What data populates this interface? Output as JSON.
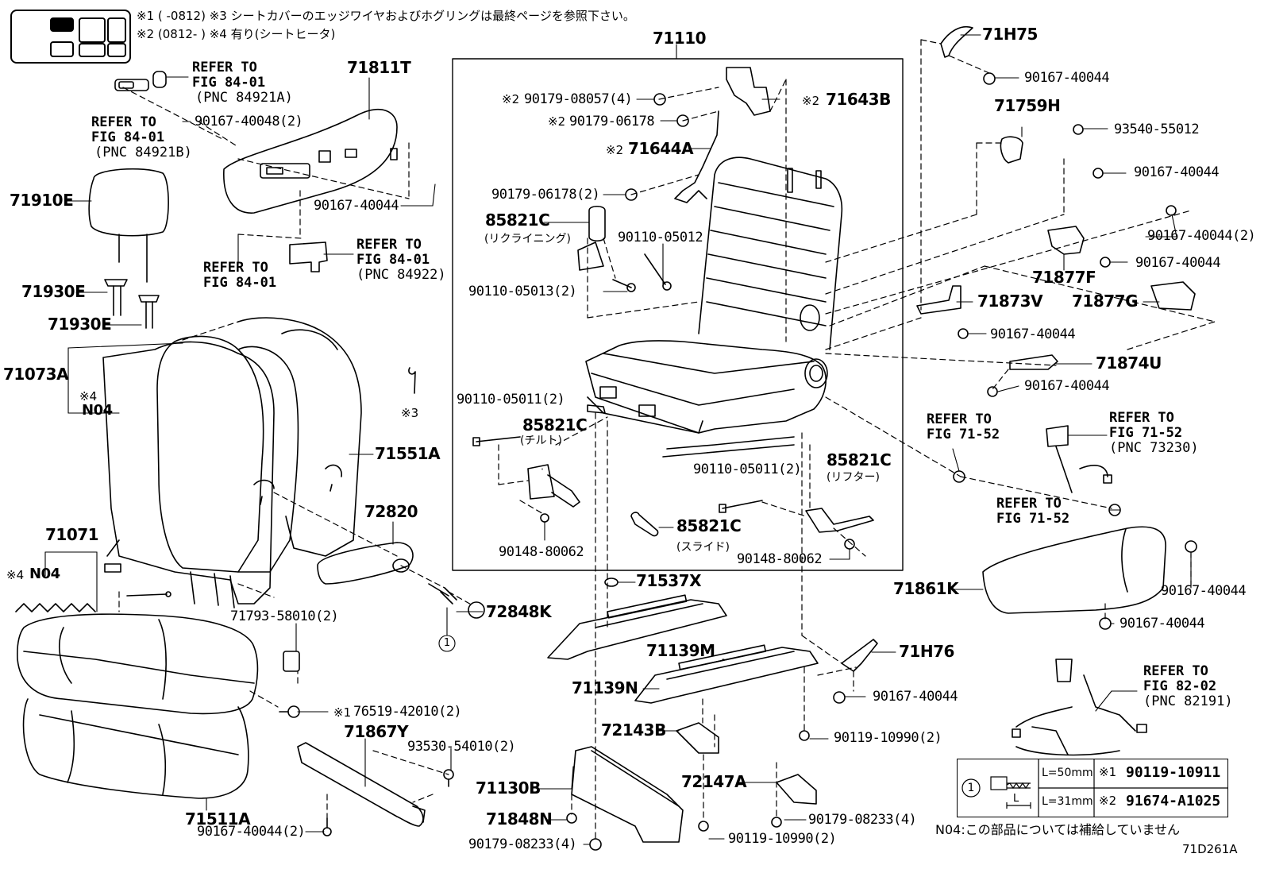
{
  "notes": {
    "n1": "※1 (     -0812) ※3 シートカバーのエッジワイヤおよびホグリングは最終ページを参照下さい。",
    "n2": "※2 (0812-     ) ※4 有り(シートヒータ)"
  },
  "frame_label": "71110",
  "labels": {
    "l71811T": "71811T",
    "l71910E": "71910E",
    "l71930E_1": "71930E",
    "l71930E_2": "71930E",
    "l71073A": "71073A",
    "l71551A": "71551A",
    "l72820": "72820",
    "l72848K": "72848K",
    "l71071": "71071",
    "l71511A": "71511A",
    "l71867Y": "71867Y",
    "l71643B": "71643B",
    "l71644A": "71644A",
    "l85821C_1": "85821C",
    "l85821C_2": "85821C",
    "l85821C_3": "85821C",
    "l85821C_4": "85821C",
    "l71537X": "71537X",
    "l71139M": "71139M",
    "l71139N": "71139N",
    "l72143B": "72143B",
    "l71130B": "71130B",
    "l71848N": "71848N",
    "l72147A": "72147A",
    "l71H75": "71H75",
    "l71759H": "71759H",
    "l71877F": "71877F",
    "l71877G": "71877G",
    "l71873V": "71873V",
    "l71874U": "71874U",
    "l71861K": "71861K",
    "l71H76": "71H76"
  },
  "parts": {
    "p1": "90167-40048(2)",
    "p2": "90167-40044",
    "p3": "71793-58010(2)",
    "p4": "76519-42010(2)",
    "p5": "93530-54010(2)",
    "p6": "90167-40044(2)",
    "p7": "90179-08057(4)",
    "p8": "90179-06178",
    "p9": "90179-06178(2)",
    "p10": "90110-05012",
    "p11": "90110-05013(2)",
    "p12": "90110-05011(2)",
    "p13": "90148-80062",
    "p14": "90110-05011(2)",
    "p15": "90148-80062",
    "p16": "90167-40044",
    "p17": "93540-55012",
    "p18": "90167-40044",
    "p19": "90167-40044(2)",
    "p20": "90167-40044",
    "p21": "90167-40044",
    "p22": "90167-40044",
    "p23": "90167-40044",
    "p24": "90167-40044",
    "p25": "90167-40044",
    "p26": "90119-10990(2)",
    "p27": "90179-08233(4)",
    "p28": "90119-10990(2)",
    "p29": "90179-08233(4)"
  },
  "marks": {
    "m1": "※2",
    "m2": "※2",
    "m3": "※2",
    "m4": "※2",
    "m5": "※1",
    "m6": "※4",
    "m7": "※4",
    "m8": "※3",
    "nA": "N04",
    "nB": "N04"
  },
  "sub": {
    "recl": "(リクライニング)",
    "tilt": "(チルト)",
    "lift": "(リフター)",
    "slide": "(スライド)"
  },
  "refs": {
    "r1": [
      "REFER TO",
      "FIG 84-01",
      "(PNC 84921A)"
    ],
    "r2": [
      "REFER TO",
      "FIG 84-01",
      "(PNC 84921B)"
    ],
    "r3": [
      "REFER TO",
      "FIG 84-01",
      "(PNC 84922)"
    ],
    "r4": [
      "REFER TO",
      "FIG 84-01"
    ],
    "r5": [
      "REFER TO",
      "FIG 71-52"
    ],
    "r6": [
      "REFER TO",
      "FIG 71-52",
      "(PNC 73230)"
    ],
    "r7": [
      "REFER TO",
      "FIG 71-52"
    ],
    "r8": [
      "REFER TO",
      "FIG 82-02",
      "(PNC 82191)"
    ]
  },
  "callout": "1",
  "legend": {
    "circle": "1",
    "dim": "L",
    "row1": {
      "len": "L=50mm",
      "mark": "※1",
      "part": "90119-10911"
    },
    "row2": {
      "len": "L=31mm",
      "mark": "※2",
      "part": "91674-A1025"
    }
  },
  "footnote": "N04:この部品については補給していません",
  "fig_code": "71D261A"
}
